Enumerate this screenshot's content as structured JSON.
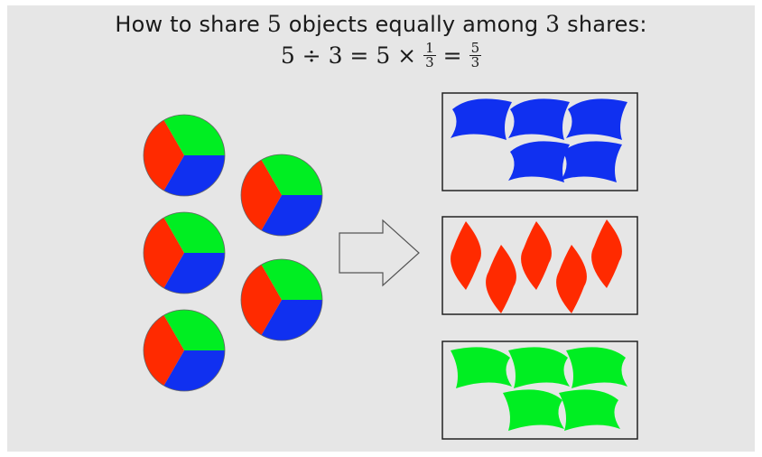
{
  "title": {
    "prefix": "How to share ",
    "objects": "5",
    "middle": " objects equally among ",
    "shares": "3",
    "suffix": " shares:"
  },
  "equation": {
    "lhs": "5 ÷ 3 = 5 ×",
    "frac1_num": "1",
    "frac1_den": "3",
    "equals": "=",
    "frac2_num": "5",
    "frac2_den": "3"
  },
  "colors": {
    "red": "#ff2a00",
    "green": "#00ee22",
    "blue": "#1030f0",
    "background": "#e6e6e6"
  },
  "diagram": {
    "object_count": 5,
    "slices_per_object": 3,
    "arrow_icon": "outline-right-arrow-icon",
    "groups": [
      "blue",
      "red",
      "green"
    ],
    "pieces_per_group": 5
  }
}
